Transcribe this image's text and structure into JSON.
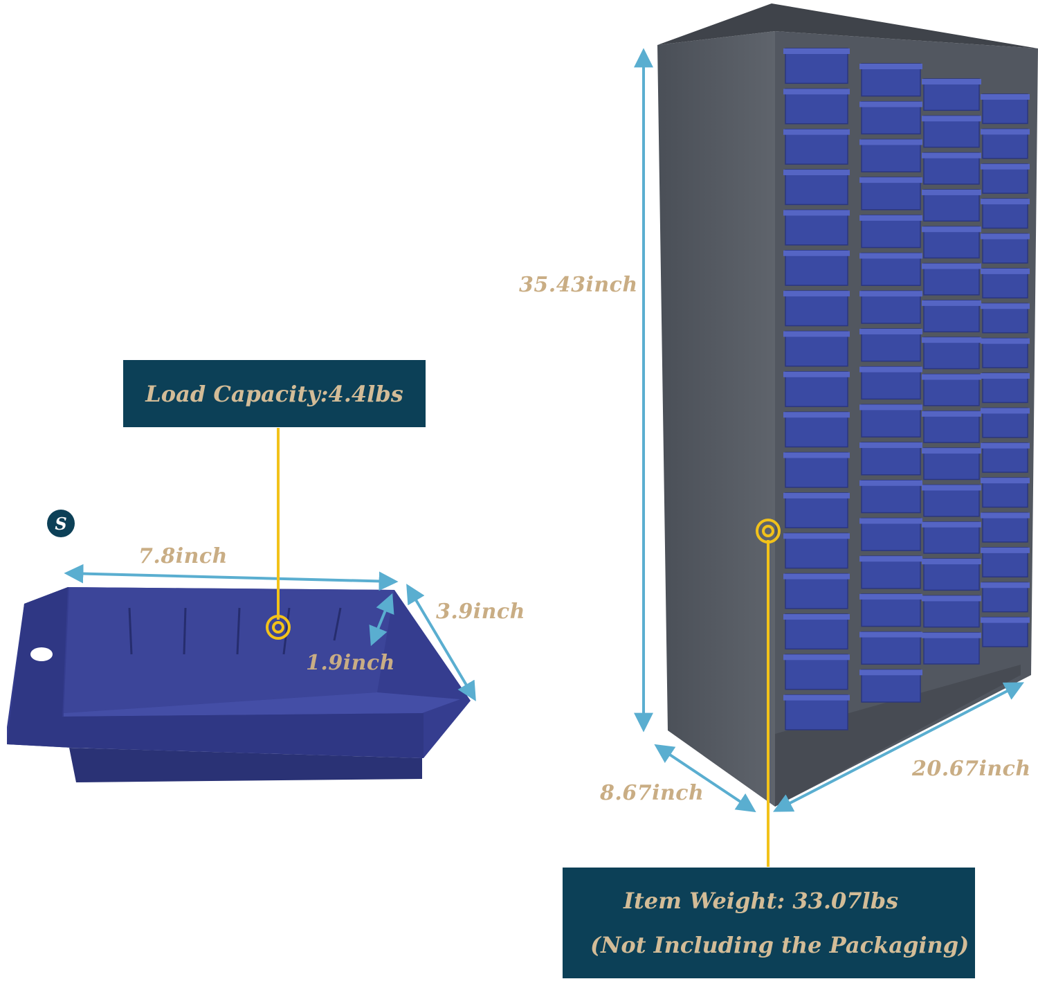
{
  "badge": {
    "letter": "S"
  },
  "bin": {
    "width": "7.8inch",
    "depth": "3.9inch",
    "height": "1.9inch",
    "load_capacity": "Load Capacity:4.4lbs",
    "color": "#353d8f"
  },
  "cabinet": {
    "height": "35.43inch",
    "width": "20.67inch",
    "depth": "8.67inch",
    "item_weight": "Item Weight: 33.07lbs",
    "packaging_note": "(Not Including the Packaging)",
    "body_color": "#545962",
    "drawer_color": "#3a4aa3"
  },
  "colors": {
    "label_box": "#0c4057",
    "dimension_text": "#c9ad84",
    "arrow": "#5aaed0",
    "callout_line": "#f2c21a"
  }
}
